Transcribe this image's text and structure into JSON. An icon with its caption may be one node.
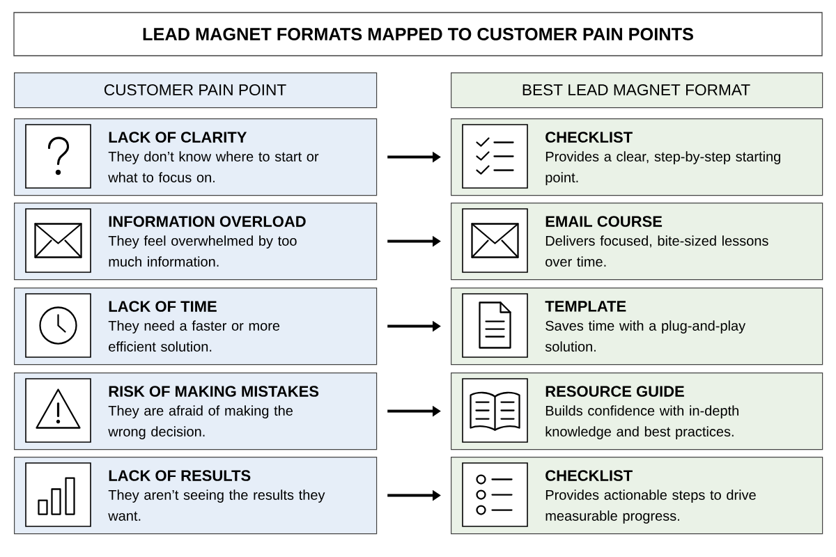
{
  "diagram": {
    "title": "LEAD MAGNET FORMATS MAPPED TO CUSTOMER PAIN POINTS",
    "nodes": [
      {
        "text": [
          "CUSTOMER PAIN POINT"
        ]
      },
      {
        "text": [
          "BEST LEAD MAGNET FORMAT"
        ]
      },
      {
        "text": [
          "LACK OF CLARITY",
          "They don’t know where to start or what to focus on."
        ]
      },
      {
        "text": [
          "INFORMATION OVERLOAD",
          "They feel overwhelmed by too much information."
        ]
      },
      {
        "text": [
          "LACK OF TIME",
          "They need a faster or more efficient solution."
        ]
      },
      {
        "text": [
          "RISK OF MAKING MISTAKES",
          "They are afraid of making the wrong decision."
        ]
      },
      {
        "text": [
          "LACK OF RESULTS",
          "They aren’t seeing the results they want."
        ]
      },
      {
        "text": [
          "CHECKLIST",
          "Provides a clear, step-by-step starting point."
        ]
      },
      {
        "text": [
          "EMAIL COURSE",
          "Delivers focused, bite-sized lessons over time."
        ]
      },
      {
        "text": [
          "TEMPLATE",
          "Saves time with a plug-and-play solution."
        ]
      },
      {
        "text": [
          "RESOURCE GUIDE",
          "Builds confidence with in-depth knowledge and best practices."
        ]
      },
      {
        "text": [
          "CHECKLIST",
          "Provides actionable steps to drive measurable progress."
        ]
      }
    ],
    "edges": [
      {
        "from": 2,
        "to": 7,
        "arrow": "to"
      },
      {
        "from": 3,
        "to": 8,
        "arrow": "to"
      },
      {
        "from": 4,
        "to": 9,
        "arrow": "to"
      },
      {
        "from": 5,
        "to": 10,
        "arrow": "to"
      },
      {
        "from": 6,
        "to": 11,
        "arrow": "to"
      }
    ]
  }
}
